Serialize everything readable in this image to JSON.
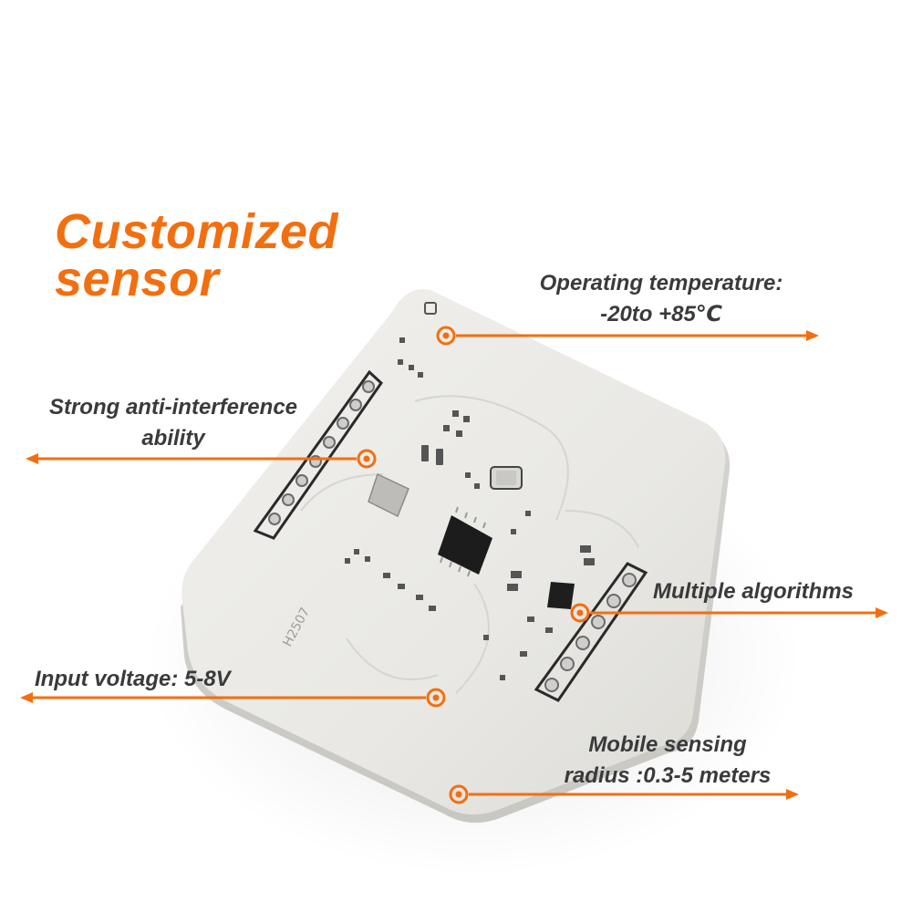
{
  "headline": {
    "line1": "Customized",
    "line2": "sensor"
  },
  "callouts": {
    "temperature": {
      "line1": "Operating temperature:",
      "line2": "-20to +85℃"
    },
    "interference": {
      "line1": "Strong anti-interference",
      "line2": "ability"
    },
    "algorithms": {
      "text": "Multiple algorithms"
    },
    "voltage": {
      "text": "Input voltage: 5-8V"
    },
    "radius": {
      "line1": "Mobile sensing",
      "line2": "radius :0.3-5 meters"
    }
  },
  "board_marking": "H2507",
  "colors": {
    "accent": "#f26f10",
    "text": "#3a3a3a",
    "board": "#ecebe7",
    "background": "#ffffff"
  },
  "icons": {
    "callout_marker": "circle-dot",
    "callout_arrow": "arrowhead"
  }
}
